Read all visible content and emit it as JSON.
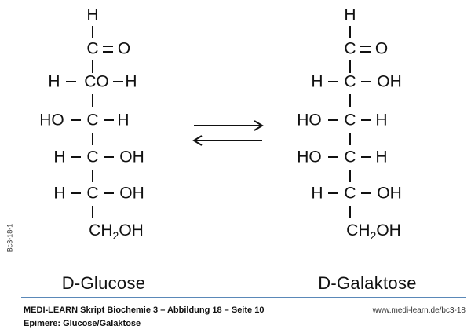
{
  "glucose": {
    "name": "D-Glucose",
    "top": "H",
    "carbonyl": {
      "c": "C",
      "o": "O"
    },
    "rows": [
      {
        "left": "H",
        "center": "CO",
        "right": "H"
      },
      {
        "left": "HO",
        "center": "C",
        "right": "H"
      },
      {
        "left": "H",
        "center": "C",
        "right": "OH"
      },
      {
        "left": "H",
        "center": "C",
        "right": "OH"
      }
    ],
    "bottom": {
      "a": "CH",
      "sub": "2",
      "b": "OH"
    }
  },
  "galactose": {
    "name": "D-Galaktose",
    "top": "H",
    "carbonyl": {
      "c": "C",
      "o": "O"
    },
    "rows": [
      {
        "left": "H",
        "center": "C",
        "right": "OH"
      },
      {
        "left": "HO",
        "center": "C",
        "right": "H"
      },
      {
        "left": "HO",
        "center": "C",
        "right": "H"
      },
      {
        "left": "H",
        "center": "C",
        "right": "OH"
      }
    ],
    "bottom": {
      "a": "CH",
      "sub": "2",
      "b": "OH"
    }
  },
  "equilibrium_arrow_icon": "double-arrow",
  "footer": {
    "source": "MEDI-LEARN Skript Biochemie 3 – Abbildung 18 – Seite 10",
    "caption": "Epimere: Glucose/Galaktose",
    "url": "www.medi-learn.de/bc3-18",
    "side_code": "Bc3-18-1"
  },
  "accent_color": "#5a88b8"
}
